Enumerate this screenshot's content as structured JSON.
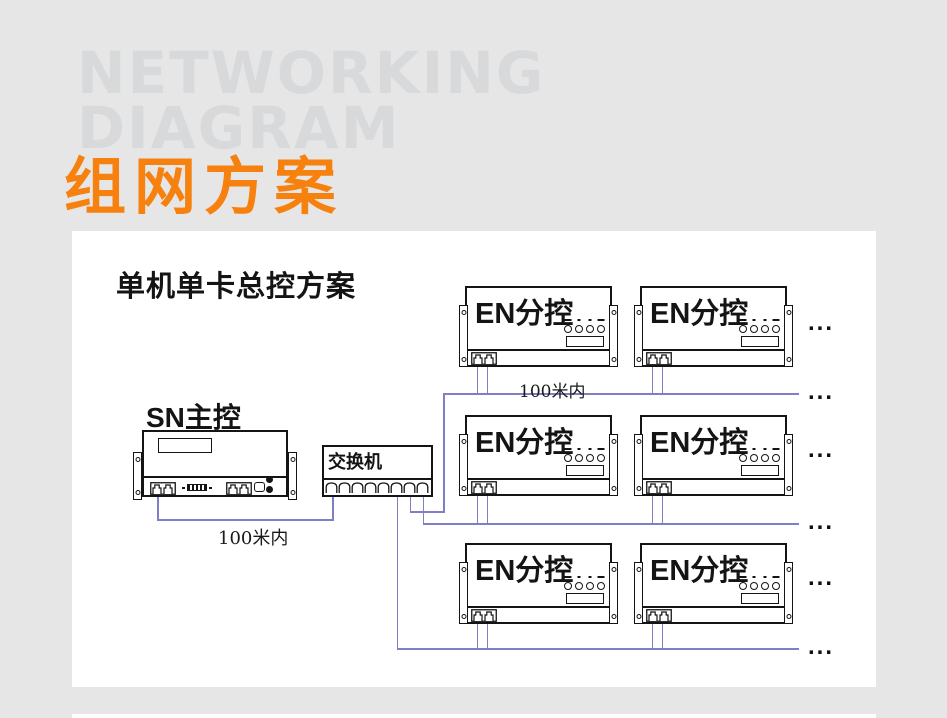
{
  "page": {
    "watermark_line1": "NETWORKING",
    "watermark_line2": "DIAGRAM",
    "heading": "组网方案",
    "colors": {
      "background": "#e6e6e7",
      "watermark_gray": "#d8d9db",
      "accent_orange": "#f6810e",
      "wire_purple": "#7f7fc8",
      "panel_white": "#ffffff",
      "ink_black": "#141414"
    }
  },
  "diagram": {
    "title": "单机单卡总控方案",
    "master": {
      "label": "SN主控"
    },
    "switch": {
      "label": "交换机"
    },
    "en_controller": {
      "label": "EN分控",
      "count": 6
    },
    "distance_labels": [
      "100米内",
      "100米内"
    ],
    "ellipsis": "..."
  }
}
